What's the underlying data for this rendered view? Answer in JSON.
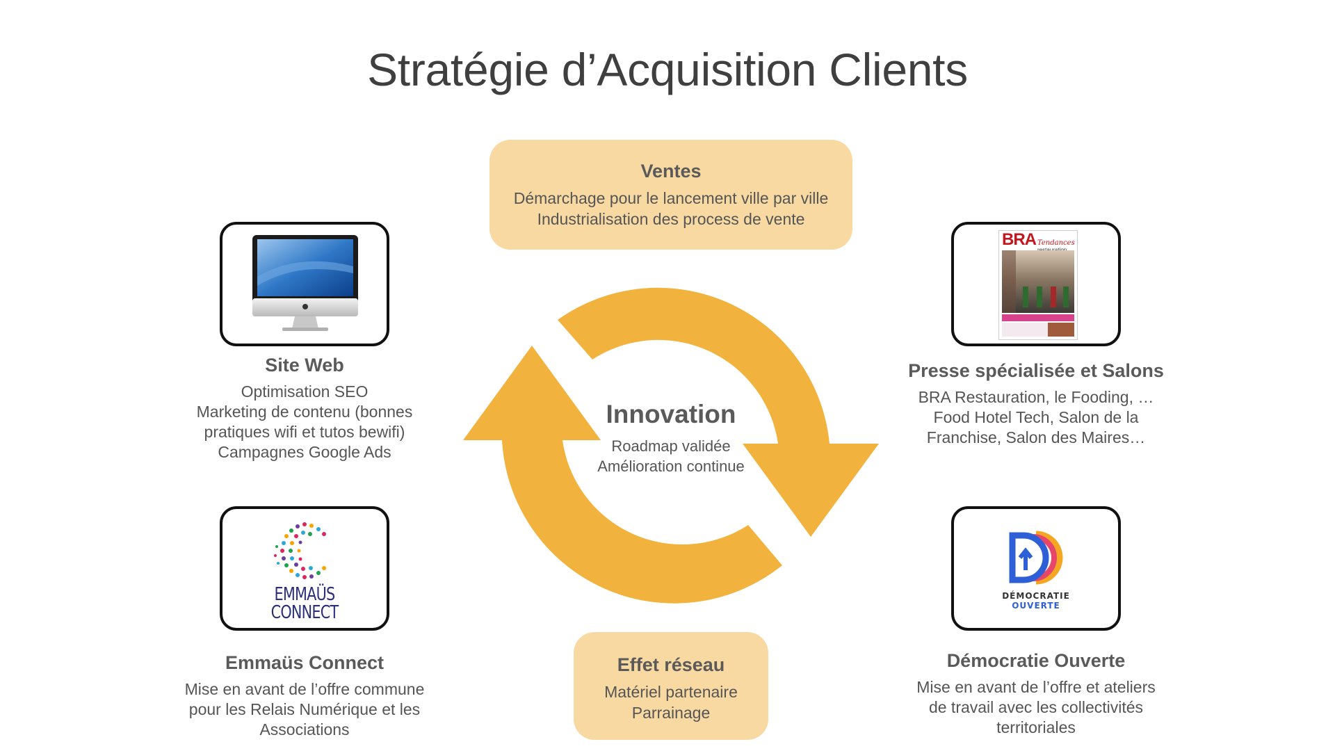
{
  "title": "Stratégie d’Acquisition Clients",
  "colors": {
    "arrow": "#f2b23e",
    "callout_bg": "#f8d9a2",
    "tile_border": "#111111"
  },
  "top_callout": {
    "title": "Ventes",
    "lines": [
      "Démarchage pour le lancement ville par ville",
      "Industrialisation des process de vente"
    ]
  },
  "bottom_callout": {
    "title": "Effet réseau",
    "lines": [
      "Matériel partenaire",
      "Parrainage"
    ]
  },
  "center": {
    "title": "Innovation",
    "lines": [
      "Roadmap validée",
      "Amélioration continue"
    ]
  },
  "site_web": {
    "icon": "imac-computer-icon",
    "title": "Site Web",
    "lines": [
      "Optimisation SEO",
      "Marketing de contenu (bonnes",
      "pratiques wifi et tutos bewifi)",
      "Campagnes Google Ads"
    ]
  },
  "presse": {
    "icon": "magazine-cover-image",
    "magazine_name": "BRA",
    "magazine_sub": "Tendances",
    "magazine_sub2": "restauration",
    "title": "Presse spécialisée et Salons",
    "lines": [
      "BRA Restauration, le Fooding, …",
      "Food Hotel Tech, Salon de la",
      "Franchise, Salon des Maires…"
    ]
  },
  "emmaus": {
    "icon": "emmaus-connect-logo",
    "logo_line1": "EMMAÜS",
    "logo_line2": "CONNECT",
    "title": "Emmaüs Connect",
    "lines": [
      "Mise en avant de l’offre commune",
      "pour les Relais Numérique et les",
      "Associations"
    ]
  },
  "democratie": {
    "icon": "democratie-ouverte-logo",
    "logo_line1": "DÉMOCRATIE",
    "logo_line2": "OUVERTE",
    "title": "Démocratie Ouverte",
    "lines": [
      "Mise en avant de l’offre et ateliers",
      "de travail avec les collectivités",
      "territoriales"
    ]
  }
}
